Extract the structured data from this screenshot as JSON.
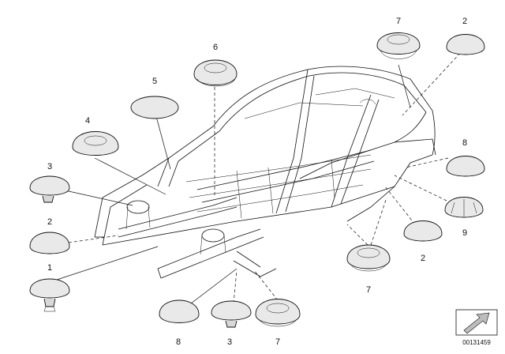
{
  "parts": [
    {
      "id": "p1",
      "label": "1"
    },
    {
      "id": "p2a",
      "label": "2"
    },
    {
      "id": "p3a",
      "label": "3"
    },
    {
      "id": "p4",
      "label": "4"
    },
    {
      "id": "p5",
      "label": "5"
    },
    {
      "id": "p6",
      "label": "6"
    },
    {
      "id": "p7a",
      "label": "7"
    },
    {
      "id": "p2b",
      "label": "2"
    },
    {
      "id": "p8a",
      "label": "8"
    },
    {
      "id": "p9",
      "label": "9"
    },
    {
      "id": "p2c",
      "label": "2"
    },
    {
      "id": "p7b",
      "label": "7"
    },
    {
      "id": "p8b",
      "label": "8"
    },
    {
      "id": "p3b",
      "label": "3"
    },
    {
      "id": "p7c",
      "label": "7"
    }
  ],
  "reference_number": "00131459"
}
